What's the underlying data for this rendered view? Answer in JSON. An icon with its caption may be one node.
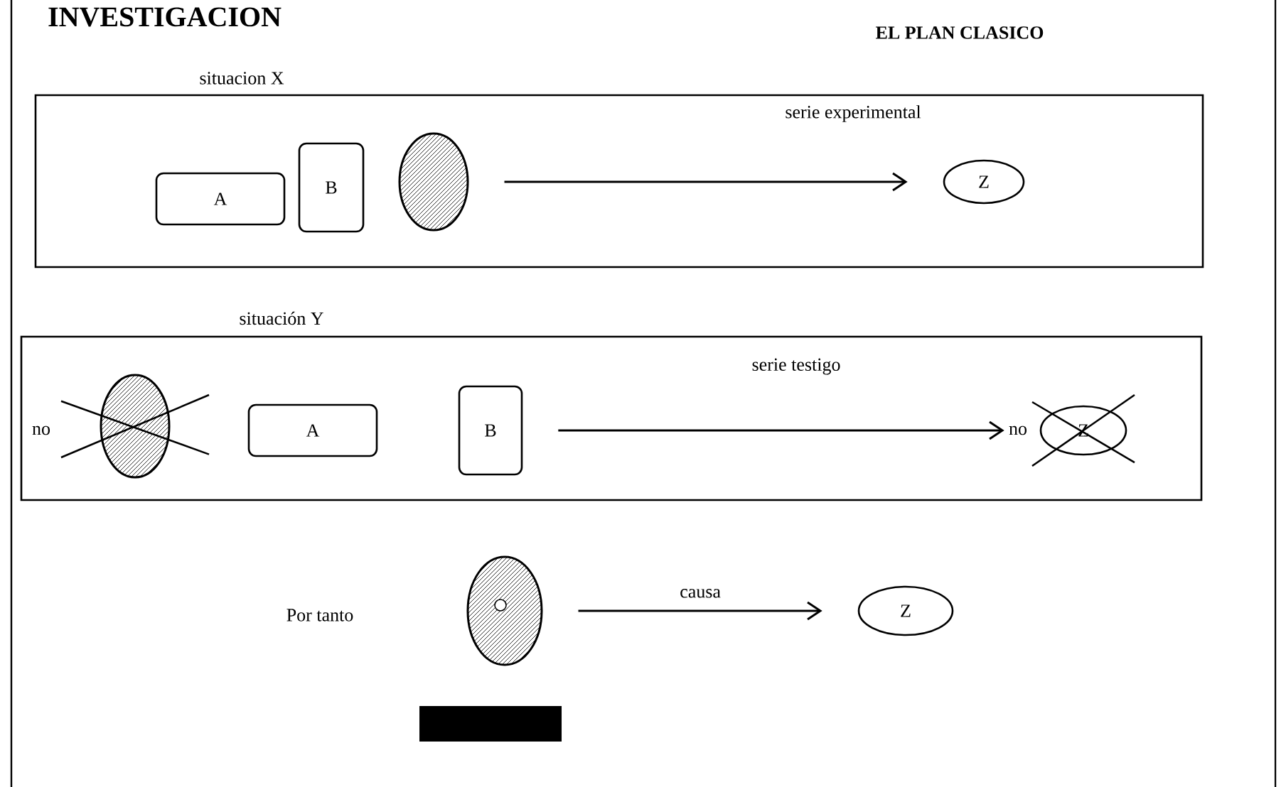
{
  "diagram": {
    "title": "EL PLAN CLASICO",
    "nodes": [
      {
        "text": [
          "situacion X",
          "serie experimental"
        ]
      },
      {
        "text": [
          "A"
        ],
        "in": 0
      },
      {
        "text": [
          "B"
        ],
        "in": 0
      },
      {
        "text": [],
        "shape": "ellipse",
        "in": 0
      },
      {
        "text": [
          "Z"
        ],
        "in": 0
      },
      {
        "text": [
          "situación Y",
          "serie testigo"
        ]
      },
      {
        "text": [],
        "shape": "ellipse",
        "in": 5,
        "beside": [
          "no"
        ]
      },
      {
        "text": [
          "A"
        ],
        "in": 5
      },
      {
        "text": [
          "B"
        ],
        "in": 5
      },
      {
        "text": [
          "Z"
        ],
        "in": 5,
        "beside": [
          "no"
        ]
      },
      {
        "text": [],
        "shape": "ellipse"
      },
      {
        "text": [
          "Z"
        ]
      }
    ],
    "edges": [
      {
        "from": 3,
        "to": 4,
        "arrow": "to"
      },
      {
        "from": 8,
        "to": 9,
        "arrow": "to"
      },
      {
        "from": 10,
        "to": 11,
        "arrow": "to",
        "label": "causa"
      }
    ],
    "labels": [
      "INVESTIGACION",
      "Por tanto"
    ]
  }
}
